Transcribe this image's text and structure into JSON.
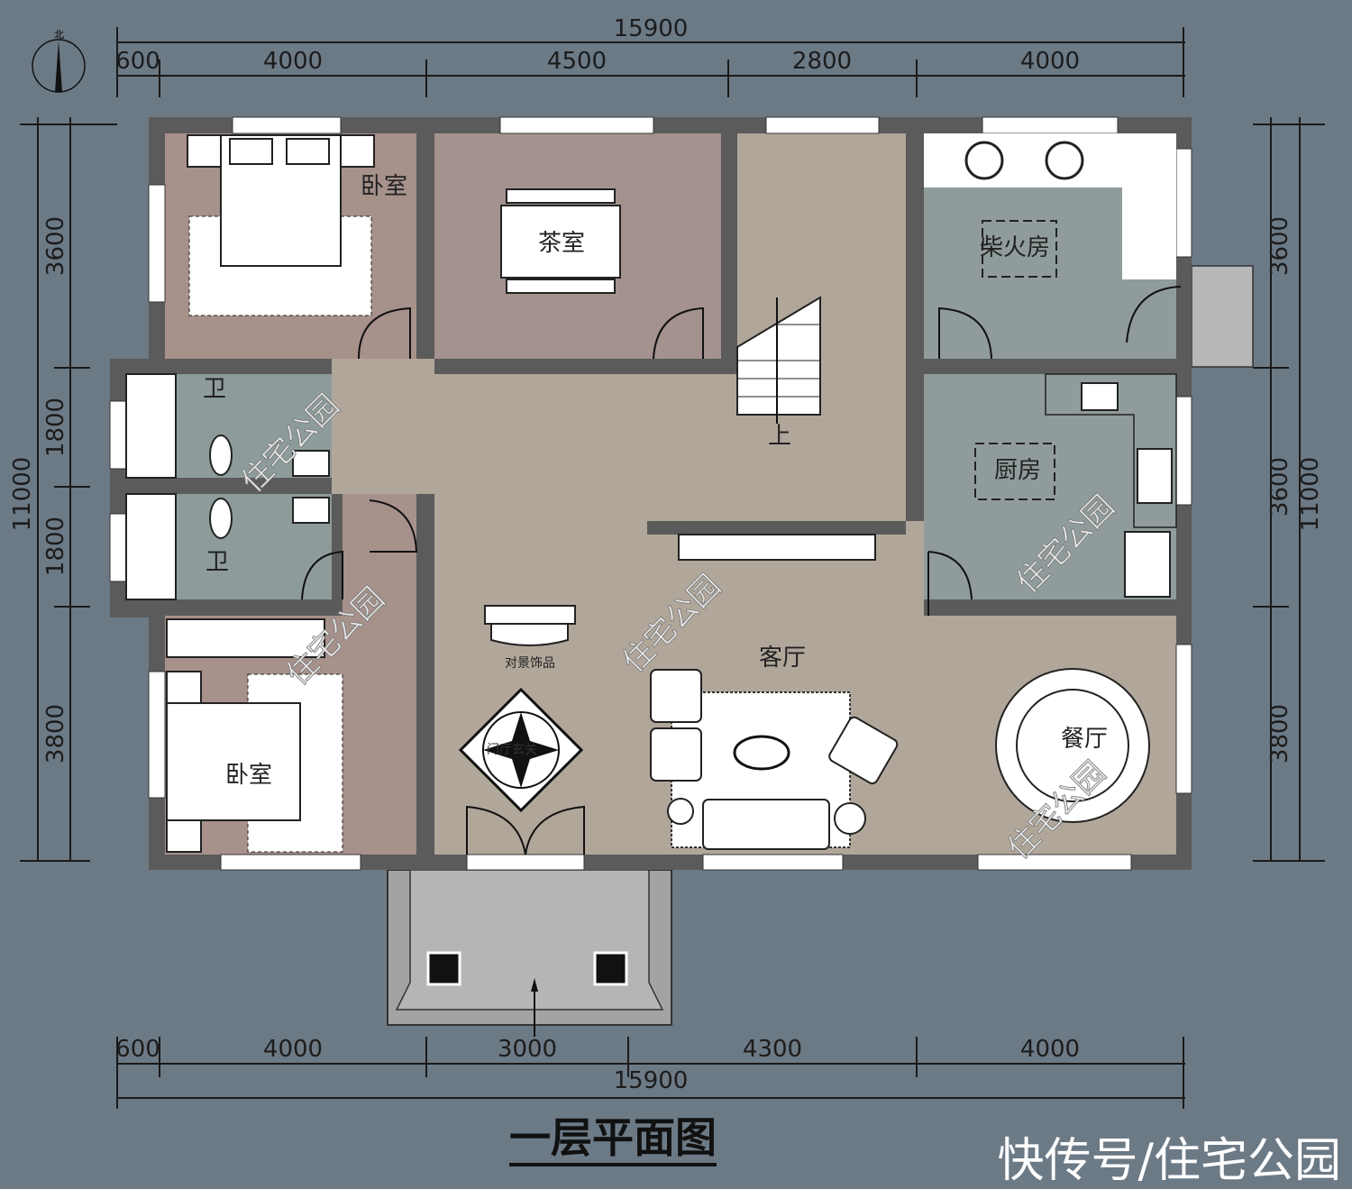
{
  "title": "一层平面图",
  "watermark_footer": "快传号/住宅公园",
  "watermark_tag": "住宅公园",
  "north_label": "北",
  "dimensions": {
    "top_total": "15900",
    "top_segments": [
      "600",
      "4000",
      "4500",
      "2800",
      "4000"
    ],
    "bottom_total": "15900",
    "bottom_segments": [
      "600",
      "4000",
      "3000",
      "4300",
      "4000"
    ],
    "left_total": "11000",
    "left_segments": [
      "3600",
      "1800",
      "1800",
      "3800"
    ],
    "right_total": "11000",
    "right_segments": [
      "3600",
      "3600",
      "3800"
    ]
  },
  "rooms": {
    "bedroom_north": "卧室",
    "tea_room": "茶室",
    "firewood_room": "柴火房",
    "bath_1": "卫",
    "bath_2": "卫",
    "kitchen": "厨房",
    "stair_up": "上",
    "living_room": "客厅",
    "decor": "对景饰品",
    "foyer_mosaic": "门厅玄关",
    "bedroom_south": "卧室",
    "dining_room": "餐厅"
  },
  "colors": {
    "background": "#6c7a86",
    "bedroom": "#a6918b",
    "public_floor": "#b0a69a",
    "wet_rooms": "#8f9c9b",
    "wall": "#5b5b5b",
    "porch": "#a3a3a3"
  }
}
